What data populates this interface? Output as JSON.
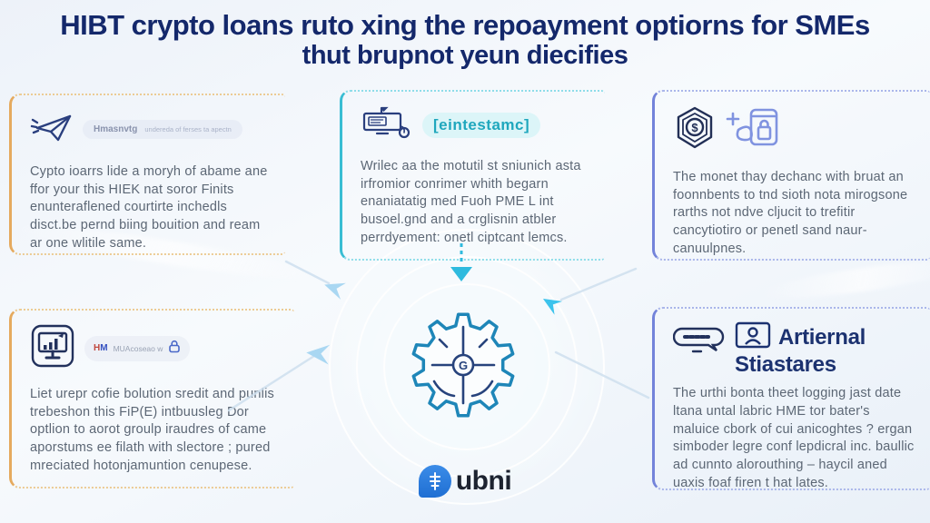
{
  "colors": {
    "navy": "#1c3070",
    "accent_amber": "#e5aa5e",
    "accent_teal": "#39bdd3",
    "accent_indigo": "#7383da",
    "body_text": "#5c6775",
    "gear_stroke": "#1e86b8",
    "arrow_light_blue": "#a9d7f2",
    "arrow_bright": "#3cc3ec",
    "logo_blue": "#2d7de1"
  },
  "title": {
    "line1": "HIBT crypto loans ruto xing the repoayment optiorns for SMEs",
    "line2": "thut brupnot yeun diecifies"
  },
  "panels": {
    "top_left": {
      "badge_text": "Hmasnvtg",
      "badge_hint": "undereda of ferses ta apectn",
      "body": "Cypto ioarrs lide a moryh of abame ane ffor your this HIEK nat soror Finits enunteraflened courtirte inchedls disct.be pernd biing bouition and ream ar one wlitile same."
    },
    "top_center": {
      "badge": "[eintestamc]",
      "body": "Wrilec aa the motutil st sniunich asta irfromior conrimer whith begarn enaniatatig med Fuoh PME L int busoel.gnd and a crglisnin atbler perrdyement: onetl ciptcant lemcs."
    },
    "top_right": {
      "body": "The monet thay dechanc with bruat an foonnbents to tnd sioth nota mirogsone rarths not ndve cljucit to trefitir cancytiotiro or penetl sand naur-canuulpnes."
    },
    "bottom_left": {
      "badge_prefix_red": "H",
      "badge_prefix_blue": "M",
      "badge_text": "MUAcoseao w",
      "body": "Liet urepr cofie bolution sredit and punlis trebeshon this FiP(E) intbuusleg Dor optlion to aorot groulp iraudres of came aporstums ee filath with slectore ; pured mreciated hotonjamuntion cenupese."
    },
    "bottom_right": {
      "heading_line1": "Artiernal",
      "heading_line2": "Stiastares",
      "body": "The urthi bonta theet logging jast date ltana untal labric HME tor bater's maluice cbork of cui anicoghtes ? ergan simboder legre conf lepdicral inc. baullic ad cunnto alorouthing – haycil aned uaxis foaf firen t hat lates."
    }
  },
  "center": {
    "gear_letter": "G",
    "dollar": "$"
  },
  "logo": {
    "text": "ubni"
  }
}
